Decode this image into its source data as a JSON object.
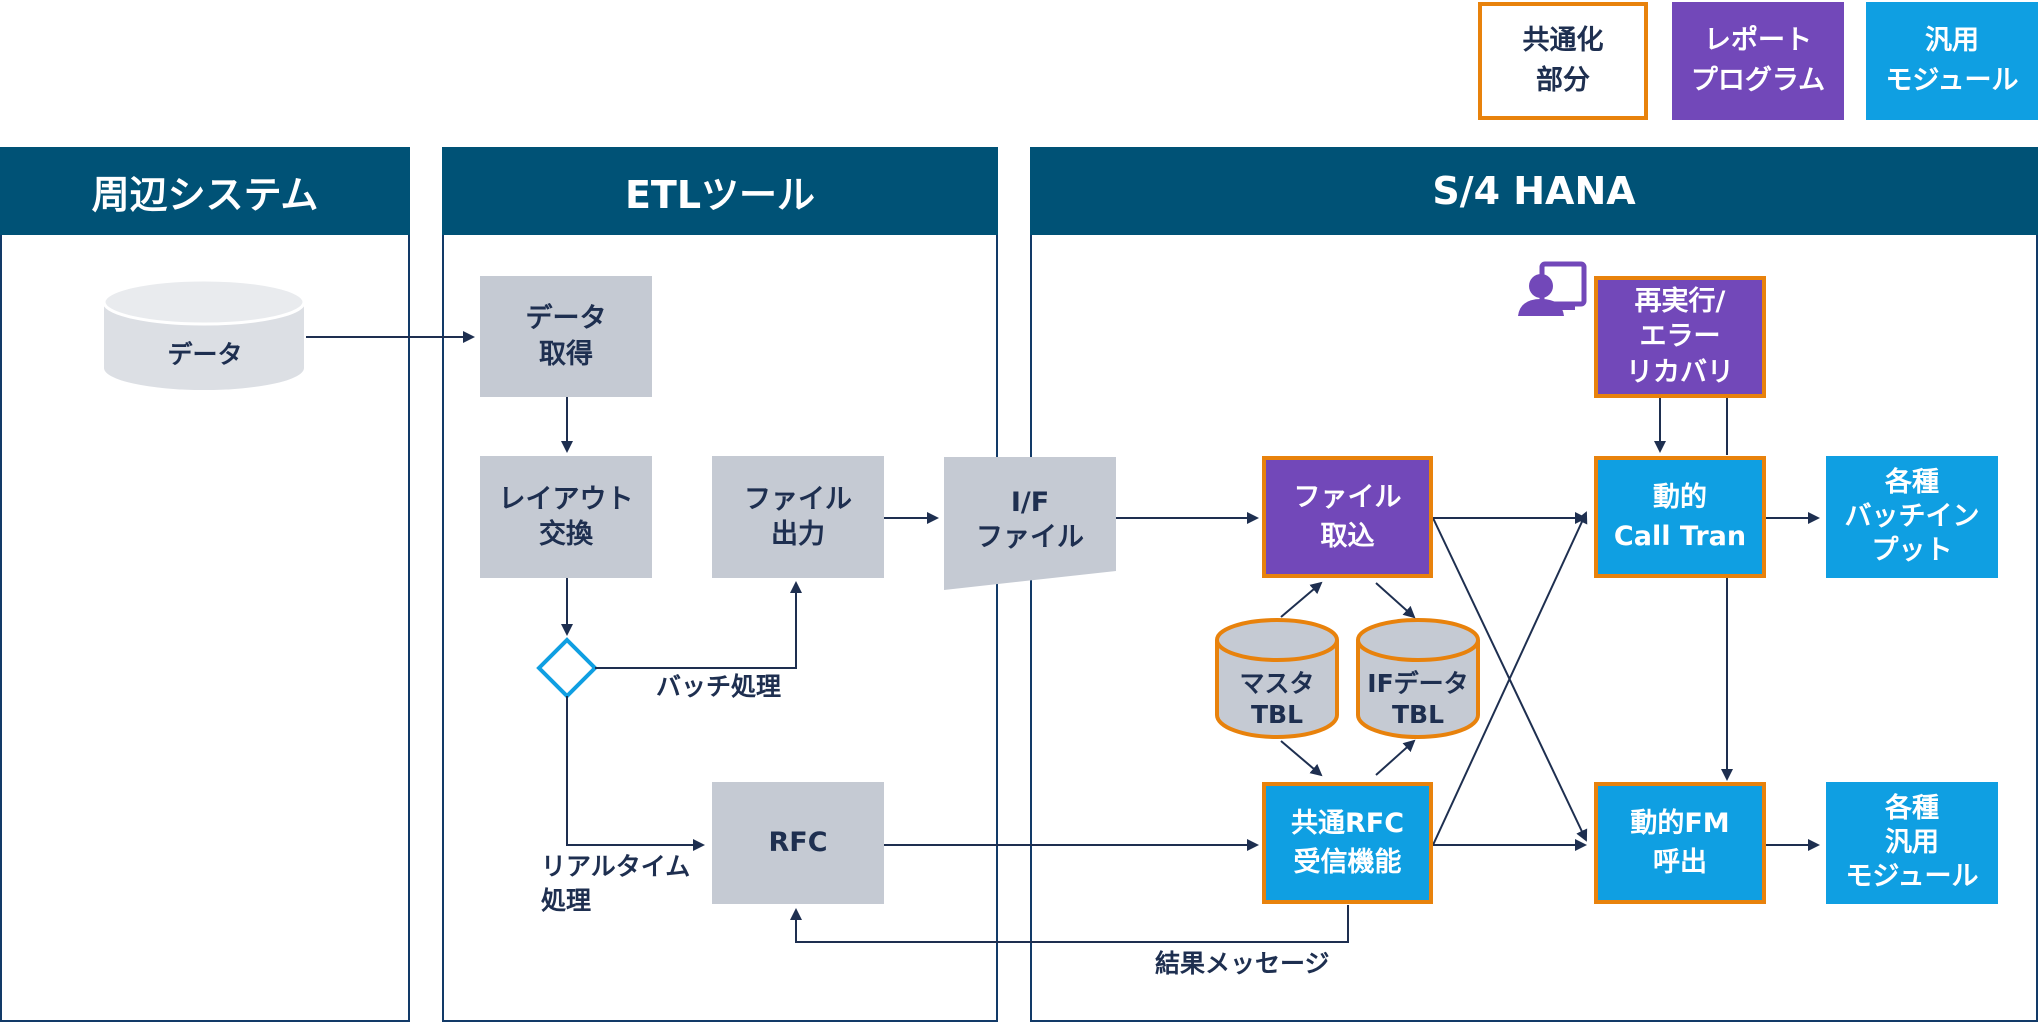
{
  "legend": {
    "common": "共通化\n部分",
    "report": "レポート\nプログラム",
    "generic": "汎用\nモジュール"
  },
  "lanes": {
    "peripheral": "周辺システム",
    "etl": "ETLツール",
    "s4": "S/4 HANA"
  },
  "nodes": {
    "data_db": "データ",
    "data_get": "データ\n取得",
    "layout_convert": "レイアウト\n交換",
    "file_output": "ファイル\n出力",
    "if_file": "I/F\nファイル",
    "rfc": "RFC",
    "file_import": "ファイル\n取込",
    "master_tbl": "マスタ\nTBL",
    "if_data_tbl": "IFデータ\nTBL",
    "common_rfc": "共通RFC\n受信機能",
    "rerun": "再実行/\nエラー\nリカバリ",
    "dynamic_call": "動的\nCall Tran",
    "dynamic_fm": "動的FM\n呼出",
    "batch_input": "各種\nバッチイン\nプット",
    "generic_module": "各種\n汎用\nモジュール"
  },
  "labels": {
    "batch": "バッチ処理",
    "realtime": "リアルタイム\n処理",
    "result_msg": "結果メッセージ"
  },
  "icons": {
    "user": "user-monitor-icon",
    "decision": "decision-diamond-icon"
  },
  "colors": {
    "header": "#005276",
    "gray_box": "#c5cad3",
    "purple": "#7248b9",
    "blue": "#0f9fe2",
    "orange_border": "#e8820c",
    "line": "#1e2f50"
  }
}
